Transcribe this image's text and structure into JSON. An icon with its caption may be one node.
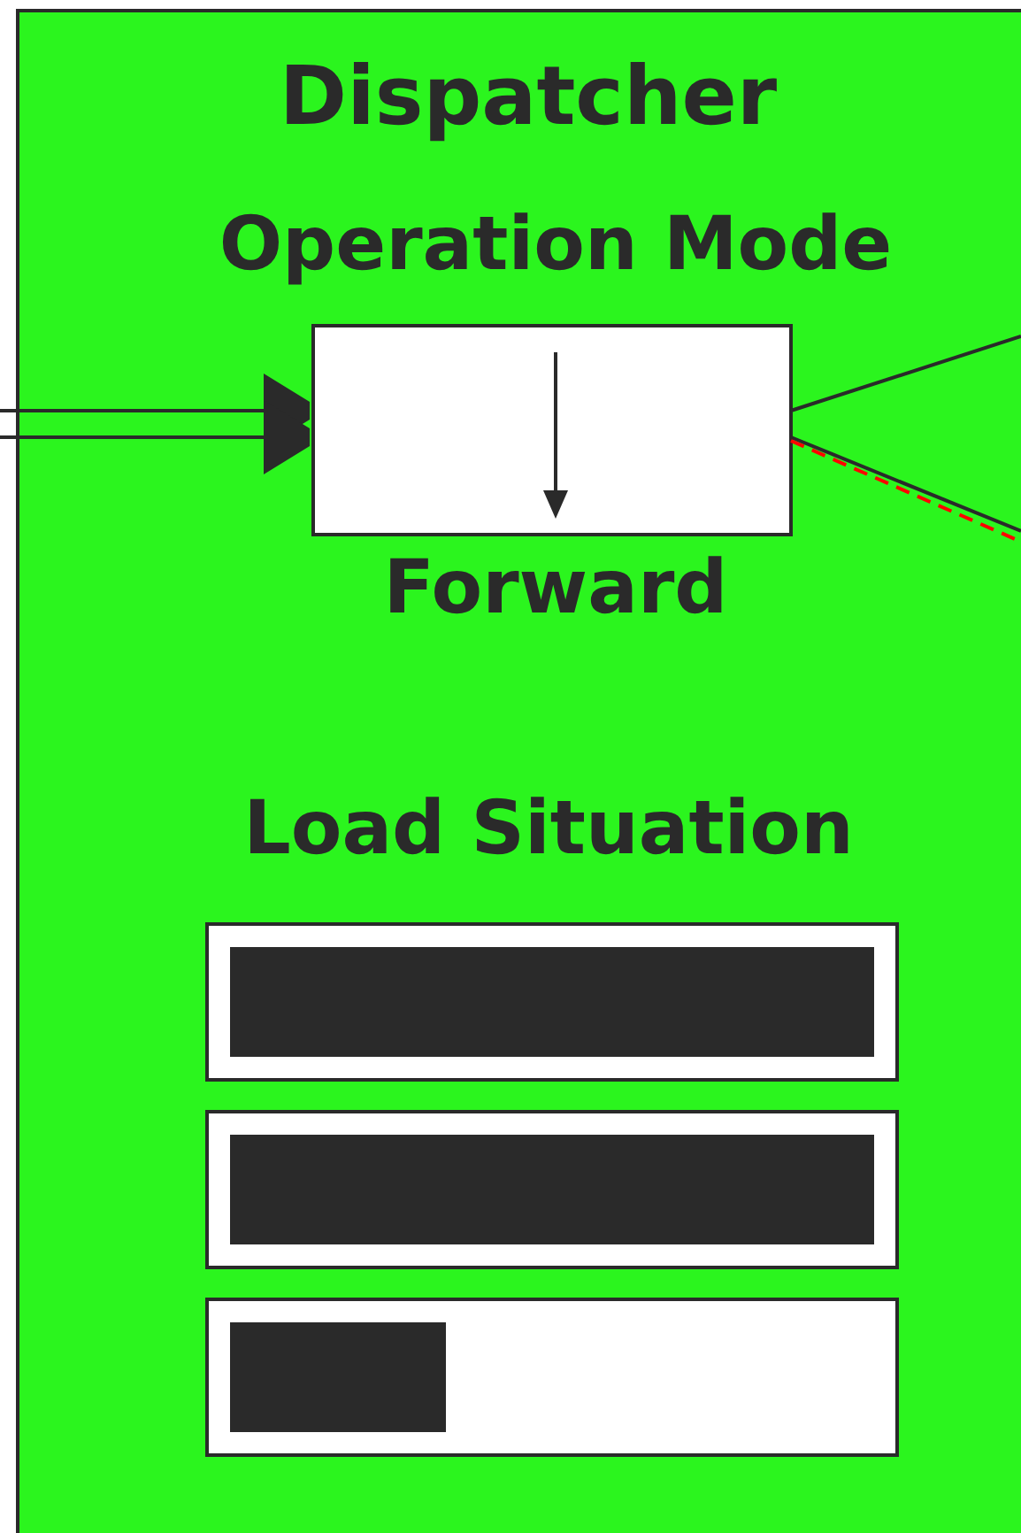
{
  "diagram": {
    "nodes": [
      {
        "text": [
          "Dispatcher"
        ]
      },
      {
        "text": [
          "Operation Mode"
        ],
        "beside": [
          "Forward"
        ],
        "in": 0
      },
      {
        "text": [],
        "shape": "bar",
        "in": 0
      },
      {
        "text": [],
        "shape": "bar",
        "in": 0
      },
      {
        "text": [],
        "shape": "bar",
        "in": 0
      }
    ],
    "edges": [
      {
        "from": null,
        "to": 1,
        "arrow": "to"
      },
      {
        "from": null,
        "to": 1,
        "arrow": "to"
      },
      {
        "from": 1,
        "to": null,
        "arrow": "none"
      },
      {
        "from": 1,
        "to": null,
        "arrow": "none"
      },
      {
        "from": 1,
        "to": null,
        "arrow": "none",
        "style": "dashed",
        "color": "#ff0000"
      }
    ],
    "labels": [
      "Load Situation"
    ]
  }
}
